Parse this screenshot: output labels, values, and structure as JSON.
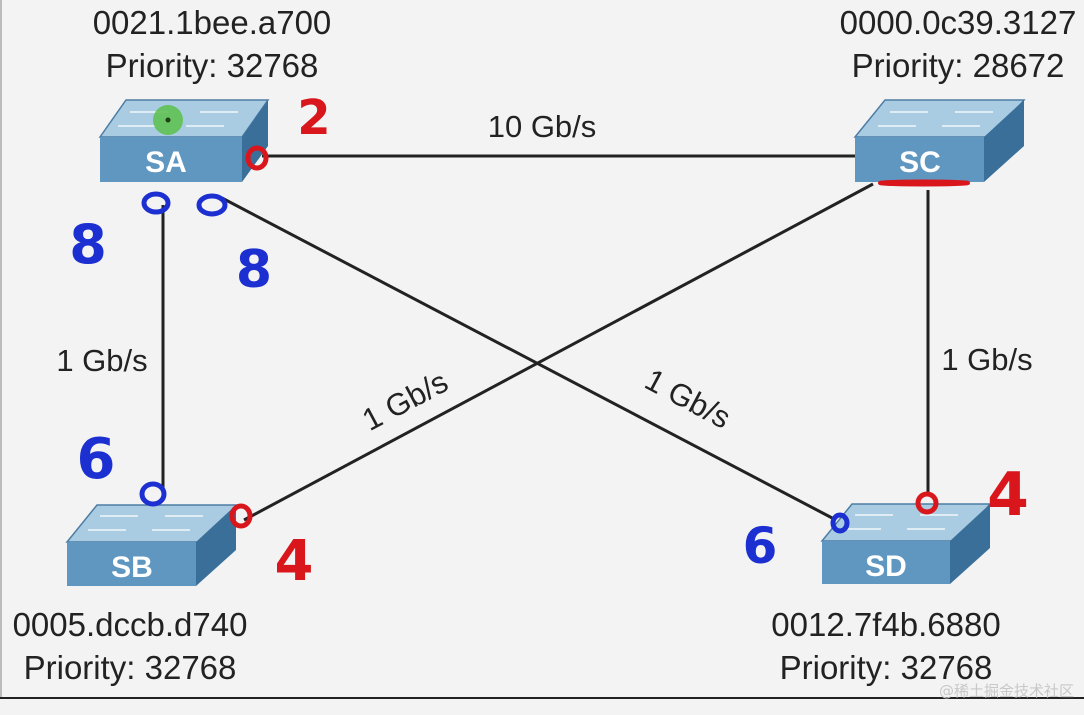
{
  "switches": [
    {
      "id": "sa",
      "name": "SA",
      "mac": "0021.1bee.a700",
      "priority": "Priority: 32768"
    },
    {
      "id": "sc",
      "name": "SC",
      "mac": "0000.0c39.3127",
      "priority": "Priority: 28672"
    },
    {
      "id": "sb",
      "name": "SB",
      "mac": "0005.dccb.d740",
      "priority": "Priority: 32768"
    },
    {
      "id": "sd",
      "name": "SD",
      "mac": "0012.7f4b.6880",
      "priority": "Priority: 32768"
    }
  ],
  "links": [
    {
      "id": "sa-sc",
      "label": "10 Gb/s"
    },
    {
      "id": "sa-sb",
      "label": "1 Gb/s"
    },
    {
      "id": "sc-sb",
      "label": "1 Gb/s"
    },
    {
      "id": "sa-sd",
      "label": "1 Gb/s"
    },
    {
      "id": "sc-sd",
      "label": "1 Gb/s"
    }
  ],
  "annotations": [
    {
      "id": "sa-sc-cost",
      "text": "2",
      "color": "#d8161b"
    },
    {
      "id": "sa-sb-cost",
      "text": "8",
      "color": "#1c2fd0"
    },
    {
      "id": "sa-sd-cost",
      "text": "8",
      "color": "#1c2fd0"
    },
    {
      "id": "sb-up-cost",
      "text": "6",
      "color": "#1c2fd0"
    },
    {
      "id": "sb-cross-cost",
      "text": "4",
      "color": "#d8161b"
    },
    {
      "id": "sd-cross-cost",
      "text": "6",
      "color": "#1c2fd0"
    },
    {
      "id": "sd-up-cost",
      "text": "4",
      "color": "#d8161b"
    }
  ],
  "colors": {
    "switch_top": "#a9cce3",
    "switch_front": "#5f97c1",
    "switch_side": "#3a6f99",
    "link": "#222222",
    "red_ink": "#d8161b",
    "blue_ink": "#1c2fd0",
    "root_marker": "#5cbf4a"
  },
  "watermark": "@稀土掘金技术社区"
}
